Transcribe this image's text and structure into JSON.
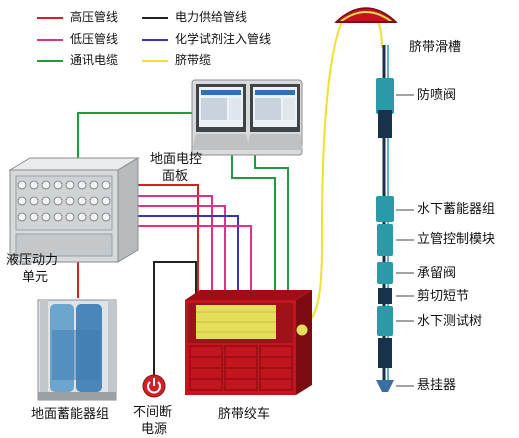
{
  "legend": [
    {
      "label": "高压管线",
      "color": "#d42020"
    },
    {
      "label": "电力供给管线",
      "color": "#222222"
    },
    {
      "label": "低压管线",
      "color": "#e0308a"
    },
    {
      "label": "化学试剂注入管线",
      "color": "#3535b5"
    },
    {
      "label": "通讯电缆",
      "color": "#1f9a3c"
    },
    {
      "label": "脐带缆",
      "color": "#f0e030"
    }
  ],
  "labels": {
    "surface_control_panel_line1": "地面电控",
    "surface_control_panel_line2": "面板",
    "hydraulic_unit_line1": "液压动力",
    "hydraulic_unit_line2": "单元",
    "surface_accumulator": "地面蓄能器组",
    "ups_line1": "不间断",
    "ups_line2": "电源",
    "umbilical_winch": "脐带绞车",
    "umbilical_sheave": "脐带滑槽",
    "blowout_valve": "防喷阀",
    "subsea_accumulator": "水下蓄能器组",
    "riser_control_module": "立管控制模块",
    "retainer_valve": "承留阀",
    "shear_sub": "剪切短节",
    "subsea_test_tree": "水下测试树",
    "hanger": "悬挂器"
  },
  "colors": {
    "high_pressure": "#d42020",
    "power": "#222222",
    "low_pressure": "#e0308a",
    "chemical": "#3535b5",
    "comms": "#1f9a3c",
    "umbilical": "#f0e030",
    "string_teal": "#2a9aa8",
    "string_dark": "#17324a",
    "winch_red": "#c3151d",
    "drum_yellow": "#e3df5a"
  }
}
